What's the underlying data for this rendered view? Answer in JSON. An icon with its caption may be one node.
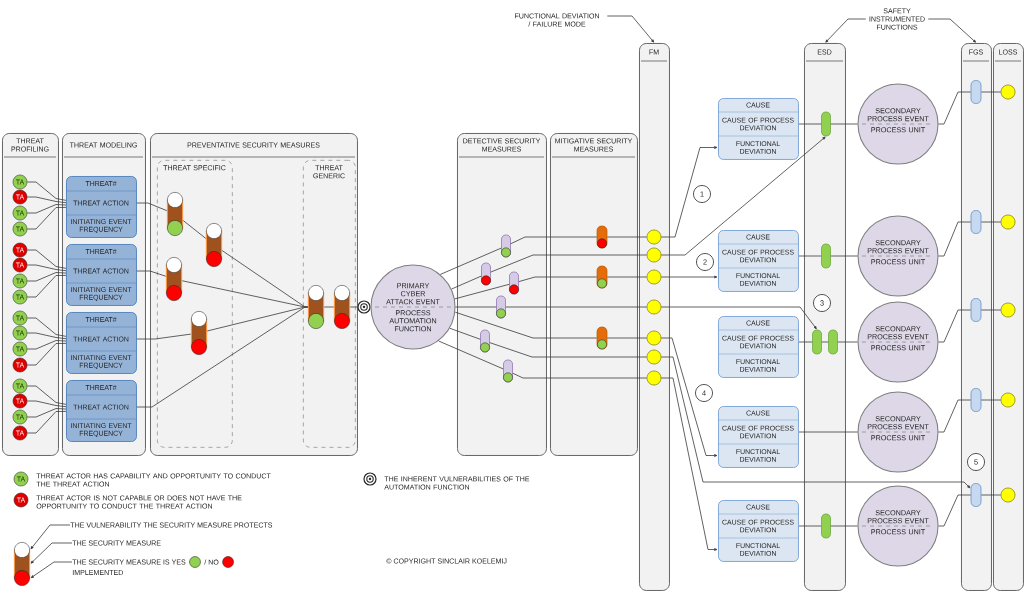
{
  "diagram": {
    "nodes": [
      {
        "text": [
          "THREAT PROFILING"
        ]
      },
      {
        "text": [
          "TA"
        ],
        "in": 0
      },
      {
        "text": [
          "TA"
        ],
        "in": 0
      },
      {
        "text": [
          "TA"
        ],
        "in": 0
      },
      {
        "text": [
          "TA"
        ],
        "in": 0
      },
      {
        "text": [
          "TA"
        ],
        "in": 0
      },
      {
        "text": [
          "TA"
        ],
        "in": 0
      },
      {
        "text": [
          "TA"
        ],
        "in": 0
      },
      {
        "text": [
          "TA"
        ],
        "in": 0
      },
      {
        "text": [
          "TA"
        ],
        "in": 0
      },
      {
        "text": [
          "TA"
        ],
        "in": 0
      },
      {
        "text": [
          "TA"
        ],
        "in": 0
      },
      {
        "text": [
          "TA"
        ],
        "in": 0
      },
      {
        "text": [
          "TA"
        ],
        "in": 0
      },
      {
        "text": [
          "TA"
        ],
        "in": 0
      },
      {
        "text": [
          "TA"
        ],
        "in": 0
      },
      {
        "text": [
          "TA"
        ],
        "in": 0
      },
      {
        "text": [
          "THREAT MODELING"
        ]
      },
      {
        "text": [
          "THREAT#",
          "THREAT ACTION",
          "INITIATING EVENT FREQUENCY"
        ],
        "in": 17
      },
      {
        "text": [
          "THREAT#",
          "THREAT ACTION",
          "INITIATING EVENT FREQUENCY"
        ],
        "in": 17
      },
      {
        "text": [
          "THREAT#",
          "THREAT ACTION",
          "INITIATING EVENT FREQUENCY"
        ],
        "in": 17
      },
      {
        "text": [
          "THREAT#",
          "THREAT ACTION",
          "INITIATING EVENT FREQUENCY"
        ],
        "in": 17
      },
      {
        "text": [
          "PREVENTATIVE SECURITY MEASURES"
        ]
      },
      {
        "text": [
          "THREAT SPECIFIC"
        ],
        "in": 22
      },
      {
        "text": [],
        "shape": "cylinder",
        "in": 23
      },
      {
        "text": [],
        "shape": "cylinder",
        "in": 23
      },
      {
        "text": [],
        "shape": "cylinder",
        "in": 23
      },
      {
        "text": [],
        "shape": "cylinder",
        "in": 23
      },
      {
        "text": [
          "THREAT GENERIC"
        ],
        "in": 22
      },
      {
        "text": [],
        "shape": "cylinder",
        "in": 28
      },
      {
        "text": [],
        "shape": "cylinder",
        "in": 28
      },
      {
        "text": [],
        "shape": "circle"
      },
      {
        "text": [
          "PRIMARY CYBER ATTACK EVENT",
          "PROCESS AUTOMATION FUNCTION"
        ]
      },
      {
        "text": [
          "DETECTIVE SECURITY MEASURES"
        ]
      },
      {
        "text": [],
        "shape": "capsule",
        "in": 33
      },
      {
        "text": [],
        "shape": "capsule",
        "in": 33
      },
      {
        "text": [],
        "shape": "capsule",
        "in": 33
      },
      {
        "text": [],
        "shape": "capsule",
        "in": 33
      },
      {
        "text": [],
        "shape": "capsule",
        "in": 33
      },
      {
        "text": [],
        "shape": "capsule",
        "in": 33
      },
      {
        "text": [
          "MITIGATIVE SECURITY MEASURES"
        ]
      },
      {
        "text": [],
        "shape": "capsule",
        "in": 40
      },
      {
        "text": [],
        "shape": "capsule",
        "in": 40
      },
      {
        "text": [],
        "shape": "capsule",
        "in": 40
      },
      {
        "text": [
          "FUNCTIONAL DEVIATION / FAILURE MODE"
        ]
      },
      {
        "text": [
          "FM"
        ]
      },
      {
        "text": [],
        "shape": "circle",
        "in": 45
      },
      {
        "text": [],
        "shape": "circle",
        "in": 45
      },
      {
        "text": [],
        "shape": "circle",
        "in": 45
      },
      {
        "text": [],
        "shape": "circle",
        "in": 45
      },
      {
        "text": [],
        "shape": "circle",
        "in": 45
      },
      {
        "text": [],
        "shape": "circle",
        "in": 45
      },
      {
        "text": [],
        "shape": "circle",
        "in": 45
      },
      {
        "text": [
          "CAUSE",
          "CAUSE OF PROCESS DEVIATION",
          "FUNCTIONAL DEVIATION"
        ]
      },
      {
        "text": [
          "CAUSE",
          "CAUSE OF PROCESS DEVIATION",
          "FUNCTIONAL DEVIATION"
        ]
      },
      {
        "text": [
          "CAUSE",
          "CAUSE OF PROCESS DEVIATION",
          "FUNCTIONAL DEVIATION"
        ]
      },
      {
        "text": [
          "CAUSE",
          "CAUSE OF PROCESS DEVIATION",
          "FUNCTIONAL DEVIATION"
        ]
      },
      {
        "text": [
          "CAUSE",
          "CAUSE OF PROCESS DEVIATION",
          "FUNCTIONAL DEVIATION"
        ]
      },
      {
        "text": [
          "SAFETY INSTRUMENTED FUNCTIONS"
        ]
      },
      {
        "text": [
          "ESD"
        ]
      },
      {
        "text": [],
        "shape": "capsule",
        "in": 59
      },
      {
        "text": [],
        "shape": "capsule",
        "in": 59
      },
      {
        "text": [],
        "shape": "capsule",
        "in": 59
      },
      {
        "text": [],
        "shape": "capsule",
        "in": 59
      },
      {
        "text": [],
        "shape": "capsule",
        "in": 59
      },
      {
        "text": [
          "SECONDARY PROCESS EVENT",
          "PROCESS UNIT"
        ]
      },
      {
        "text": [
          "SECONDARY PROCESS EVENT",
          "PROCESS UNIT"
        ]
      },
      {
        "text": [
          "SECONDARY PROCESS EVENT",
          "PROCESS UNIT"
        ]
      },
      {
        "text": [
          "SECONDARY PROCESS EVENT",
          "PROCESS UNIT"
        ]
      },
      {
        "text": [
          "SECONDARY PROCESS EVENT",
          "PROCESS UNIT"
        ]
      },
      {
        "text": [
          "FGS"
        ]
      },
      {
        "text": [],
        "shape": "capsule",
        "in": 70
      },
      {
        "text": [],
        "shape": "capsule",
        "in": 70
      },
      {
        "text": [],
        "shape": "capsule",
        "in": 70
      },
      {
        "text": [],
        "shape": "capsule",
        "in": 70
      },
      {
        "text": [],
        "shape": "capsule",
        "in": 70
      },
      {
        "text": [
          "LOSS"
        ]
      },
      {
        "text": [],
        "shape": "circle",
        "in": 76
      },
      {
        "text": [],
        "shape": "circle",
        "in": 76
      },
      {
        "text": [],
        "shape": "circle",
        "in": 76
      },
      {
        "text": [],
        "shape": "circle",
        "in": 76
      },
      {
        "text": [],
        "shape": "circle",
        "in": 76
      },
      {
        "text": [],
        "shape": "cylinder"
      },
      {
        "text": [
          "THE VULNERABILITY THE SECURITY MEASURE PROTECTS"
        ]
      },
      {
        "text": [
          "THE SECURITY MEASURE"
        ]
      },
      {
        "text": [
          "THE SECURITY MEASURE IS YES",
          "/ NO",
          "IMPLEMENTED"
        ]
      }
    ],
    "edges": [
      {
        "from": 1,
        "to": 18,
        "arrow": "none"
      },
      {
        "from": 2,
        "to": 18,
        "arrow": "none"
      },
      {
        "from": 3,
        "to": 18,
        "arrow": "none"
      },
      {
        "from": 4,
        "to": 18,
        "arrow": "none"
      },
      {
        "from": 5,
        "to": 19,
        "arrow": "none"
      },
      {
        "from": 6,
        "to": 19,
        "arrow": "none"
      },
      {
        "from": 7,
        "to": 19,
        "arrow": "none"
      },
      {
        "from": 8,
        "to": 19,
        "arrow": "none"
      },
      {
        "from": 9,
        "to": 20,
        "arrow": "none"
      },
      {
        "from": 10,
        "to": 20,
        "arrow": "none"
      },
      {
        "from": 11,
        "to": 20,
        "arrow": "none"
      },
      {
        "from": 12,
        "to": 20,
        "arrow": "none"
      },
      {
        "from": 13,
        "to": 21,
        "arrow": "none"
      },
      {
        "from": 14,
        "to": 21,
        "arrow": "none"
      },
      {
        "from": 15,
        "to": 21,
        "arrow": "none"
      },
      {
        "from": 16,
        "to": 21,
        "arrow": "none"
      },
      {
        "from": 18,
        "to": 24,
        "arrow": "none"
      },
      {
        "from": 24,
        "to": 25,
        "arrow": "none"
      },
      {
        "from": 25,
        "to": 29,
        "arrow": "none"
      },
      {
        "from": 19,
        "to": 26,
        "arrow": "none"
      },
      {
        "from": 26,
        "to": 29,
        "arrow": "none"
      },
      {
        "from": 20,
        "to": 27,
        "arrow": "none"
      },
      {
        "from": 27,
        "to": 29,
        "arrow": "none"
      },
      {
        "from": 21,
        "to": 29,
        "arrow": "none"
      },
      {
        "from": 29,
        "to": 30,
        "arrow": "none"
      },
      {
        "from": 30,
        "to": 31,
        "arrow": "none"
      },
      {
        "from": 32,
        "to": 34,
        "arrow": "none"
      },
      {
        "from": 34,
        "to": 41,
        "arrow": "none"
      },
      {
        "from": 41,
        "to": 46,
        "arrow": "none"
      },
      {
        "from": 32,
        "to": 35,
        "arrow": "none"
      },
      {
        "from": 35,
        "to": 47,
        "arrow": "none"
      },
      {
        "from": 32,
        "to": 36,
        "arrow": "none"
      },
      {
        "from": 36,
        "to": 42,
        "arrow": "none"
      },
      {
        "from": 42,
        "to": 48,
        "arrow": "none"
      },
      {
        "from": 32,
        "to": 37,
        "arrow": "none"
      },
      {
        "from": 37,
        "to": 49,
        "arrow": "none"
      },
      {
        "from": 32,
        "to": 43,
        "arrow": "none"
      },
      {
        "from": 43,
        "to": 50,
        "arrow": "none"
      },
      {
        "from": 32,
        "to": 38,
        "arrow": "none"
      },
      {
        "from": 38,
        "to": 51,
        "arrow": "none"
      },
      {
        "from": 32,
        "to": 39,
        "arrow": "none"
      },
      {
        "from": 39,
        "to": 52,
        "arrow": "none"
      },
      {
        "from": 44,
        "to": 45,
        "arrow": "to"
      },
      {
        "from": 46,
        "to": 53,
        "arrow": "to"
      },
      {
        "from": 47,
        "to": 60,
        "arrow": "to"
      },
      {
        "from": 48,
        "to": 54,
        "arrow": "to"
      },
      {
        "from": 49,
        "to": 62,
        "arrow": "to"
      },
      {
        "from": 50,
        "to": 56,
        "arrow": "to"
      },
      {
        "from": 51,
        "to": 75,
        "arrow": "to"
      },
      {
        "from": 52,
        "to": 57,
        "arrow": "to"
      },
      {
        "from": 53,
        "to": 60,
        "arrow": "none"
      },
      {
        "from": 60,
        "to": 65,
        "arrow": "none"
      },
      {
        "from": 65,
        "to": 71,
        "arrow": "none"
      },
      {
        "from": 71,
        "to": 77,
        "arrow": "none"
      },
      {
        "from": 54,
        "to": 61,
        "arrow": "none"
      },
      {
        "from": 61,
        "to": 66,
        "arrow": "none"
      },
      {
        "from": 66,
        "to": 72,
        "arrow": "none"
      },
      {
        "from": 72,
        "to": 78,
        "arrow": "none"
      },
      {
        "from": 55,
        "to": 62,
        "arrow": "none"
      },
      {
        "from": 62,
        "to": 63,
        "arrow": "none"
      },
      {
        "from": 63,
        "to": 67,
        "arrow": "none"
      },
      {
        "from": 67,
        "to": 73,
        "arrow": "none"
      },
      {
        "from": 73,
        "to": 79,
        "arrow": "none"
      },
      {
        "from": 56,
        "to": 68,
        "arrow": "none"
      },
      {
        "from": 68,
        "to": 74,
        "arrow": "none"
      },
      {
        "from": 74,
        "to": 80,
        "arrow": "none"
      },
      {
        "from": 57,
        "to": 64,
        "arrow": "none"
      },
      {
        "from": 64,
        "to": 69,
        "arrow": "none"
      },
      {
        "from": 69,
        "to": 75,
        "arrow": "none"
      },
      {
        "from": 75,
        "to": 81,
        "arrow": "none"
      },
      {
        "from": 58,
        "to": 59,
        "arrow": "to"
      },
      {
        "from": 58,
        "to": 70,
        "arrow": "to"
      },
      {
        "from": 83,
        "to": 82,
        "arrow": "to"
      },
      {
        "from": 84,
        "to": 82,
        "arrow": "to"
      },
      {
        "from": 85,
        "to": 82,
        "arrow": "to"
      }
    ],
    "labels": [
      "1",
      "2",
      "3",
      "4",
      "5",
      "TA",
      "TA",
      "© COPYRIGHT SINCLAIR KOELEMIJ"
    ],
    "legend": [
      {
        "text": "THREAT ACTOR HAS CAPABILITY AND OPPORTUNITY TO CONDUCT THE THREAT ACTION",
        "color": "#92d050"
      },
      {
        "text": "THREAT ACTOR IS NOT CAPABLE OR DOES NOT HAVE THE OPPORTUNITY TO CONDUCT THE THREAT ACTION",
        "color": "#e00000"
      },
      {
        "text": "THE INHERENT VULNERABILITIES OF THE AUTOMATION FUNCTION"
      }
    ]
  }
}
